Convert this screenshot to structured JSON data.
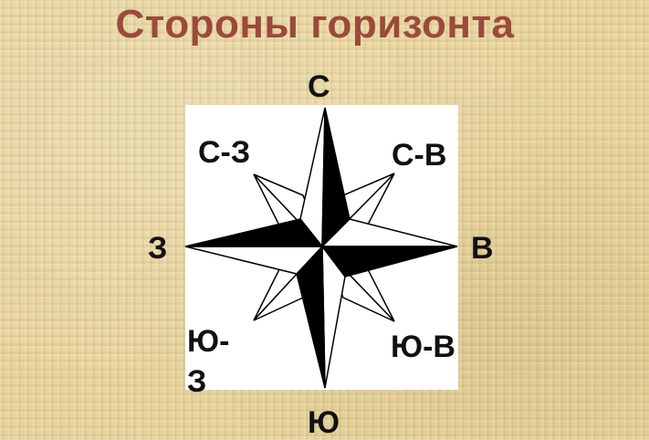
{
  "title": "Стороны горизонта",
  "directions": {
    "north": "С",
    "northwest": "С-З",
    "northeast": "С-В",
    "west": "З",
    "east": "В",
    "southwest": "Ю-З",
    "southeast": "Ю-В",
    "south": "Ю"
  },
  "colors": {
    "title": "#9b4a3b",
    "background": "#e9d59c",
    "panel": "#ffffff",
    "ink": "#111111"
  }
}
